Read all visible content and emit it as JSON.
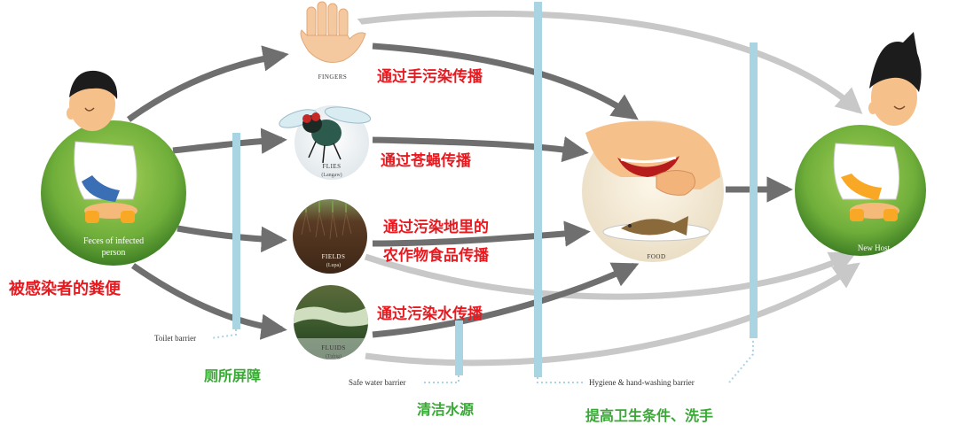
{
  "nodes": {
    "source": {
      "label_en_1": "Feces of infected",
      "label_en_2": "person",
      "label_cn": "被感染者的粪便"
    },
    "fingers": {
      "label_en": "Fingers",
      "label_cn": "通过手污染传播"
    },
    "flies": {
      "label_en": "Flies",
      "label_sub": "(Langaw)",
      "label_cn": "通过苍蝇传播"
    },
    "fields": {
      "label_en": "Fields",
      "label_sub": "(Lupa)",
      "label_cn_1": "通过污染地里的",
      "label_cn_2": "农作物食品传播"
    },
    "fluids": {
      "label_en": "Fluids",
      "label_sub": "(Tubig)",
      "label_cn": "通过污染水传播"
    },
    "food": {
      "label_en": "Food"
    },
    "host": {
      "label_en": "New Host"
    }
  },
  "barriers": {
    "toilet": {
      "label_en": "Toilet barrier",
      "label_cn": "厕所屏障"
    },
    "water": {
      "label_en": "Safe water barrier",
      "label_cn": "清洁水源"
    },
    "hygiene": {
      "label_en": "Hygiene & hand-washing barrier",
      "label_cn": "提高卫生条件、洗手"
    }
  },
  "colors": {
    "arrow_dark": "#6f6f6f",
    "arrow_light": "#c8c8c8",
    "barrier": "#a9d4e2",
    "label_red": "#e8191f",
    "label_green": "#39a935",
    "grass": "#7cb642"
  }
}
